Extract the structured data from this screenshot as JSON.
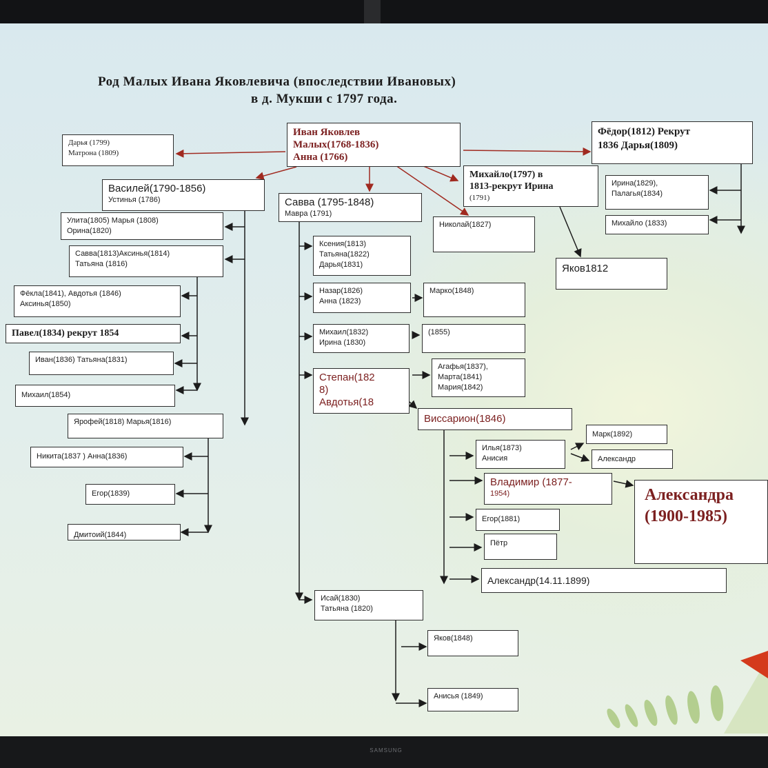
{
  "title": {
    "line1": "Род  Малых Ивана  Яковлевича  (впоследствии Ивановых)",
    "line2": "в д. Мукши  с  1797 года."
  },
  "brand": "SAMSUNG",
  "colors": {
    "accent_red": "#7c2020",
    "arrow_red": "#a02a20",
    "line_dark": "#1c1c1c"
  },
  "boxes": {
    "root": [
      "Иван Яковлев",
      "Малых(1768-1836)",
      "Анна (1766)"
    ],
    "daughters": [
      "Дарья (1799)",
      "Матрона (1809)"
    ],
    "fyodor": [
      "Фёдор(1812) Рекрут",
      "1836        Дарья(1809)"
    ],
    "fyodor_c1": [
      "Ирина(1829),",
      "Палагья(1834)"
    ],
    "fyodor_c2": [
      "Михайло (1833)"
    ],
    "mikhailo": [
      "Михайло(1797) в",
      "1813-рекрут Ирина",
      "(1791)"
    ],
    "nikolai": [
      "Николай(1827)"
    ],
    "yakov1812": [
      "Яков1812"
    ],
    "vasiliy": [
      "Василей(1790-1856)",
      "Устинья (1786)"
    ],
    "v_c1": [
      "Улита(1805)  Марья (1808)",
      "Орина(1820)"
    ],
    "v_c2": [
      "Савва(1813)Аксинья(1814)",
      "Татьяна (1816)"
    ],
    "v_c2_1": [
      "Фёкла(1841), Авдотья (1846)",
      "Аксинья(1850)"
    ],
    "v_c2_2": [
      "Павел(1834) рекрут 1854"
    ],
    "v_c2_3": [
      "Иван(1836) Татьяна(1831)"
    ],
    "v_c2_4": [
      "Михаил(1854)"
    ],
    "v_c3": [
      "Ярофей(1818) Марья(1816)"
    ],
    "v_c3_1": [
      "Никита(1837 )  Анна(1836)"
    ],
    "v_c3_2": [
      "Егор(1839)"
    ],
    "v_c3_3": [
      "Дмитоий(1844)"
    ],
    "savva": [
      "Савва (1795-1848)",
      "Мавра (1791)"
    ],
    "s_c1": [
      "Ксения(1813)",
      "Татьяна(1822)",
      "Дарья(1831)"
    ],
    "s_c2": [
      "Назар(1826)",
      "Анна (1823)"
    ],
    "s_c2_1": [
      "Марко(1848)"
    ],
    "s_c3": [
      "Михаил(1832)",
      "Ирина (1830)"
    ],
    "s_c3_1": [
      "(1855)"
    ],
    "stepan": [
      "Степан(182",
      "8)",
      "Авдотья(18"
    ],
    "st_c1": [
      "Агафья(1837),",
      "Марта(1841)",
      "Мария(1842)"
    ],
    "vissarion": [
      "Виссарион(1846)"
    ],
    "vi_c1": [
      "Илья(1873)",
      "Анисия"
    ],
    "vi_c1_1": [
      "Марк(1892)"
    ],
    "vi_c1_2": [
      "Александр"
    ],
    "vladimir": [
      "Владимир (1877-",
      "1954)"
    ],
    "aleksandra": [
      "Александра",
      "(1900-1985)"
    ],
    "vi_c3": [
      "Егор(1881)"
    ],
    "vi_c4": [
      "Пётр"
    ],
    "vi_c5": [
      "Александр(14.11.1899)"
    ],
    "isai": [
      "Исай(1830)",
      "Татьяна (1820)"
    ],
    "i_c1": [
      "Яков(1848)"
    ],
    "i_c2": [
      "Анисья (1849)"
    ]
  }
}
